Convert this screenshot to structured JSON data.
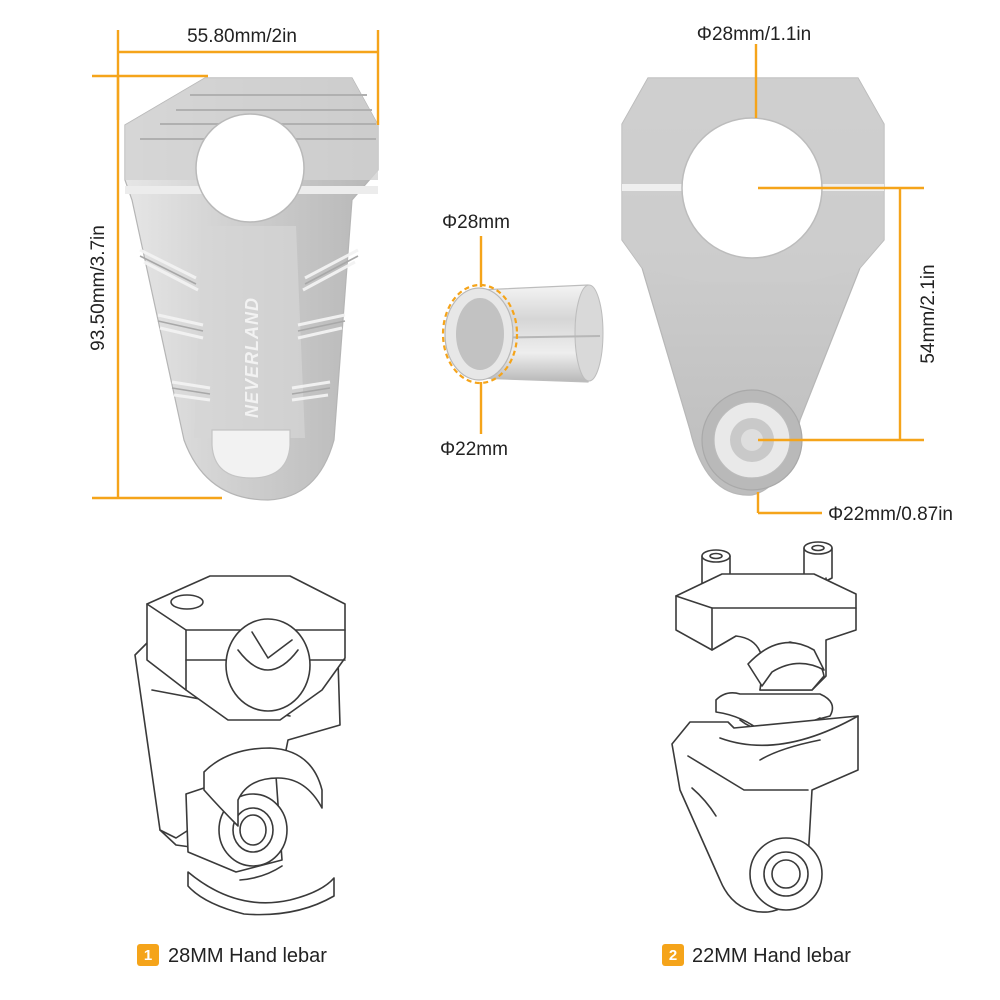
{
  "dimensions": {
    "front_width": "55.80mm/2in",
    "front_height": "93.50mm/3.7in",
    "sleeve_outer": "Φ28mm",
    "sleeve_inner": "Φ22mm",
    "side_top_bore": "Φ28mm/1.1in",
    "side_center_distance": "54mm/2.1in",
    "side_bottom_bore": "Φ22mm/0.87in"
  },
  "brand_mark": "NEVERLAND",
  "captions": [
    {
      "badge": "1",
      "label": "28MM Hand lebar"
    },
    {
      "badge": "2",
      "label": "22MM Hand lebar"
    }
  ],
  "colors": {
    "accent": "#f5a41a",
    "metal": "#c9c9c9",
    "metal_dark": "#a9a9a9",
    "metal_light": "#e9e9e9",
    "line_art": "#3a3a3a"
  }
}
